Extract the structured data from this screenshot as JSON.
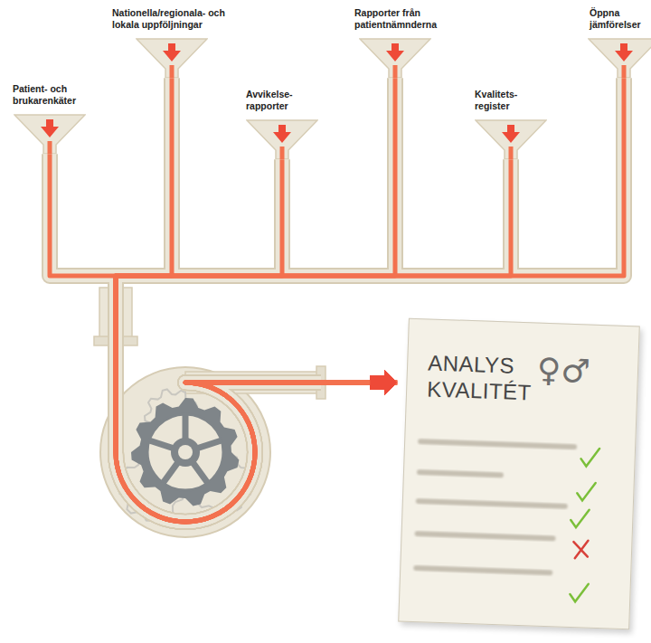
{
  "diagram": {
    "nodes": [
      {
        "text": [
          "Patient- och brukarenkäter"
        ]
      },
      {
        "text": [
          "Nationella/regionala- och lokala uppföljningar"
        ]
      },
      {
        "text": [
          "Avvikelse- rapporter"
        ]
      },
      {
        "text": [
          "Rapporter från patientnämnderna"
        ]
      },
      {
        "text": [
          "Kvalitets- register"
        ]
      },
      {
        "text": [
          "Öppna jämförelser"
        ]
      },
      {
        "text": [
          "ANALYS KVALITÉT"
        ]
      }
    ],
    "edges": [
      {
        "from": 0,
        "to": 6,
        "arrow": "to"
      },
      {
        "from": 1,
        "to": 6,
        "arrow": "to"
      },
      {
        "from": 2,
        "to": 6,
        "arrow": "to"
      },
      {
        "from": 3,
        "to": 6,
        "arrow": "to"
      },
      {
        "from": 4,
        "to": 6,
        "arrow": "to"
      },
      {
        "from": 5,
        "to": 6,
        "arrow": "to"
      }
    ],
    "labels": [
      "♀♂"
    ]
  }
}
